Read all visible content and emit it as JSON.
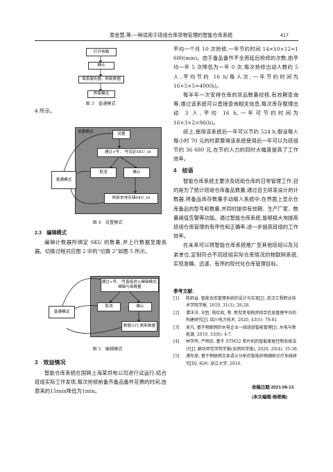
{
  "header": {
    "title": "周金慧,等:一种适用于班组仓库货物管理的智能仓库系统",
    "page_number": "417"
  },
  "fig3": {
    "boxes": [
      "打开电脑",
      "确认",
      "填表服务器、刷新数据",
      "界面模式"
    ],
    "caption": "图 3　普通模式"
  },
  "left": {
    "intro": "4 所示。",
    "sec23_title": "2.3　编辑模式",
    "sec23_text": "编辑计数器所绑定 SKU 的数量,并上行数据至服务器。切换过程对应图 2 中的“切换 2”如图 5 所示。",
    "sec3_title": "3　效益情况",
    "sec3_text": "智能仓库系统在国网上海某供电公司进行试运行,结合班组实际工作发现,每次抢修前备齐备品备件花费的时间,由原来的15min降低为1min。"
  },
  "fig4": {
    "container_label": "设置模式",
    "boxes": [
      "设置",
      "通过+号、-号设定SKU_id",
      "取消",
      "确认",
      "刷新本地存储SKU_id"
    ],
    "side": "普通模式",
    "caption": "图 4　设置模式"
  },
  "fig5": {
    "boxes": [
      "通过+号、-号直接进入编辑模式,编辑与商数量",
      "取消",
      "确认",
      "数据上行,刷新数量"
    ],
    "side": "普通模式",
    "caption": "图 5　编辑模式"
  },
  "right": {
    "p1": "平均一个月 10 次抢修,一年节约时间 14×10×12=1 680(min)。由于备品备件不全而延后抢修的次数,由平均一年 5 次降低为一年 0 次,每次抢修出动人数约 5 人,平均节约 16 h/每人次,一年节约时间为 16×5×5=400(h)。",
    "p2": "每半年一次安排仓库的货品数量校核,有效期查询等,通过该系统可以直接查询相关信息,每次库存整理出动 3 人,平均 16 h,一年可节约时间为 16×3×2=96(h)。",
    "p3": "综上,使用该系统后一年可以节约 524 h,假设每人每小时 70 元的时薪算得该系统使用后一年可以为班组节约 36 680 元,在节约人力的同时大幅度提高了工作效率。",
    "sec4_title": "4　结语",
    "p4": "智能仓库系统主要涉及班组仓库的日常管理工作,目的是为了统计班组仓库备品数量,通过自主研发设计的计数器,将备品库存数量手动输入系统中,在界面上显示仓库备品的型号和数量,并同时提供有效期、生产厂家、数量阈值告警等功能。通过智能仓库系统,能够极大地提高班组仓库管理的有序性和正确率,进一步提高班组的工作效率。",
    "p5": "在未来可以将智能仓库系统推广至其他班组以及兄弟单位,定制符合不同班组实际仓库情况的物联网系统,实现准确、迅速、有序的现代化仓库管理目标。"
  },
  "references": {
    "title": "参考文献:",
    "items": [
      {
        "n": "[1]",
        "t": "陈舒益. 智能仓库管理系统的设计与实现[J]. 武汉工程职业技术学院学报, 2019, 31(3): 28-28."
      },
      {
        "n": "[2]",
        "t": "谭洋洋, 刘哲, 杨红权, 等. 新型变电物资综合信息管理平台的构建研究[J]. 四川电力技术, 2020, 43(5): 79-81."
      },
      {
        "n": "[3]",
        "t": "吴凡. 基于物联网的水电企业一线班组智能管理[J]. 水电与新能源, 2019, 33(8): 4-7."
      },
      {
        "n": "[4]",
        "t": "林学炜, 严明忠. 基于 STM32 单片机的智能家居控制系统设计[J]. 廊坊师范学院学报(自然科学版), 2020, 20(4): 35-38."
      },
      {
        "n": "[5]",
        "t": "浦东旭. 基于物联网文本语义分析的智能舒病辅助诊疗系统研究[D]. 杭州: 浙江大学, 2016."
      }
    ]
  },
  "footer": {
    "received": "收稿日期:2021-06-13",
    "editor": "(本文编辑:杨艳梅)"
  }
}
